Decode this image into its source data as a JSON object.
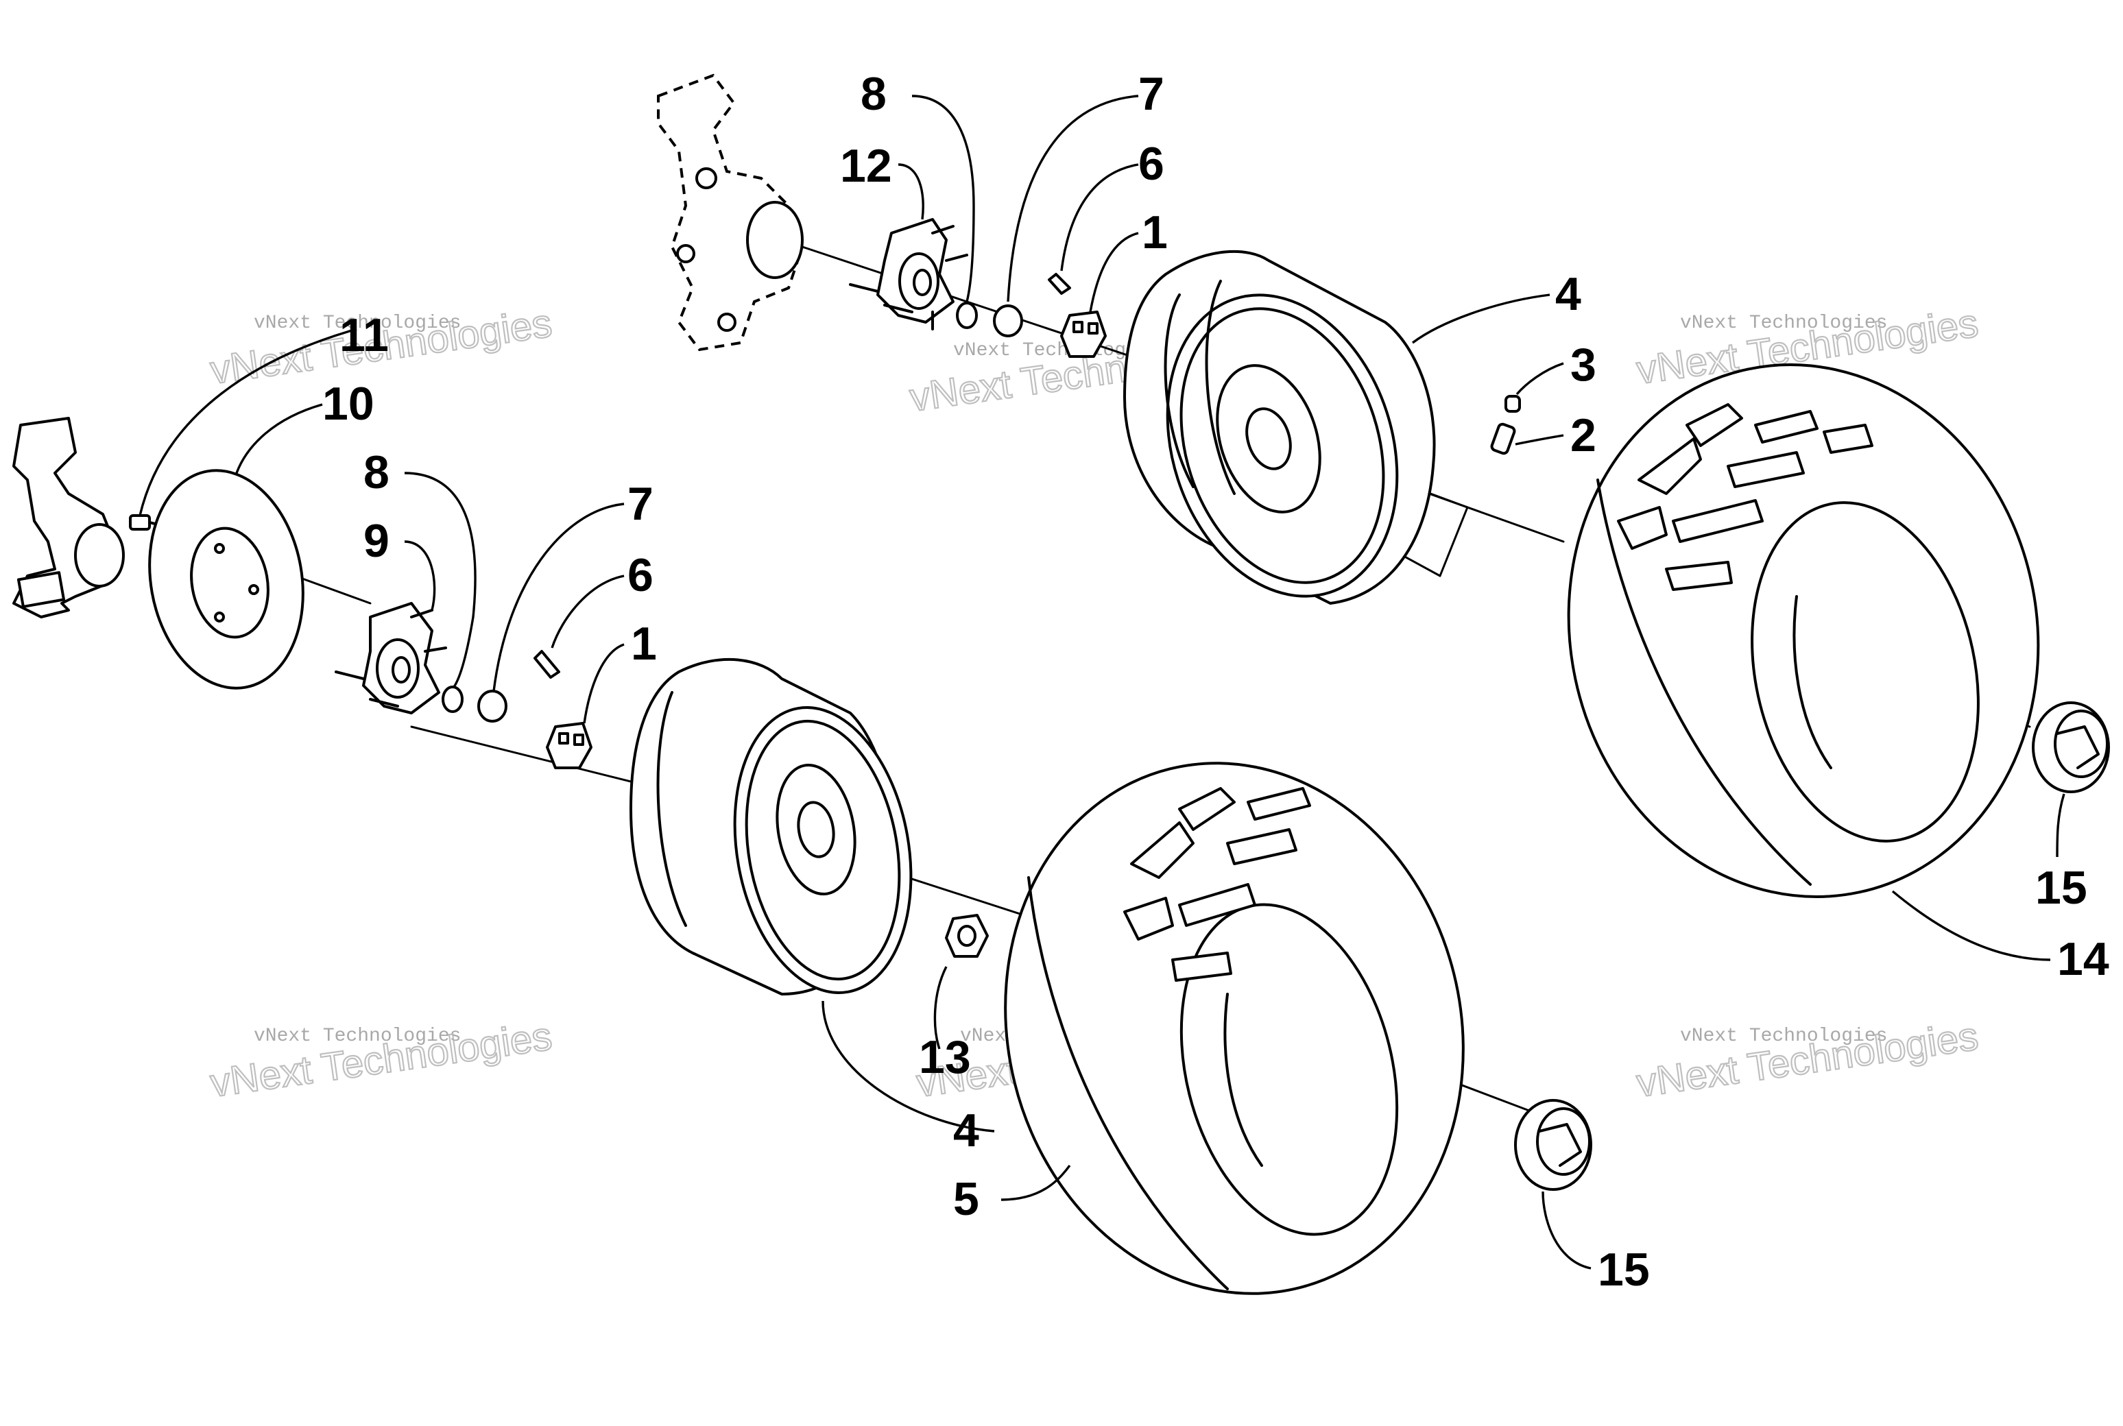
{
  "callouts": {
    "c8_upper": "8",
    "c7_upper": "7",
    "c12": "12",
    "c6_upper": "6",
    "c1_upper": "1",
    "c4_upper": "4",
    "c3": "3",
    "c2": "2",
    "c11": "11",
    "c10": "10",
    "c8_lower": "8",
    "c9": "9",
    "c7_lower": "7",
    "c6_lower": "6",
    "c1_lower": "1",
    "c13": "13",
    "c4_lower": "4",
    "c5": "5",
    "c15_right": "15",
    "c14": "14",
    "c15_lower": "15"
  },
  "watermark": {
    "small": "vNext Technologies",
    "large": "vNext Technologies"
  }
}
